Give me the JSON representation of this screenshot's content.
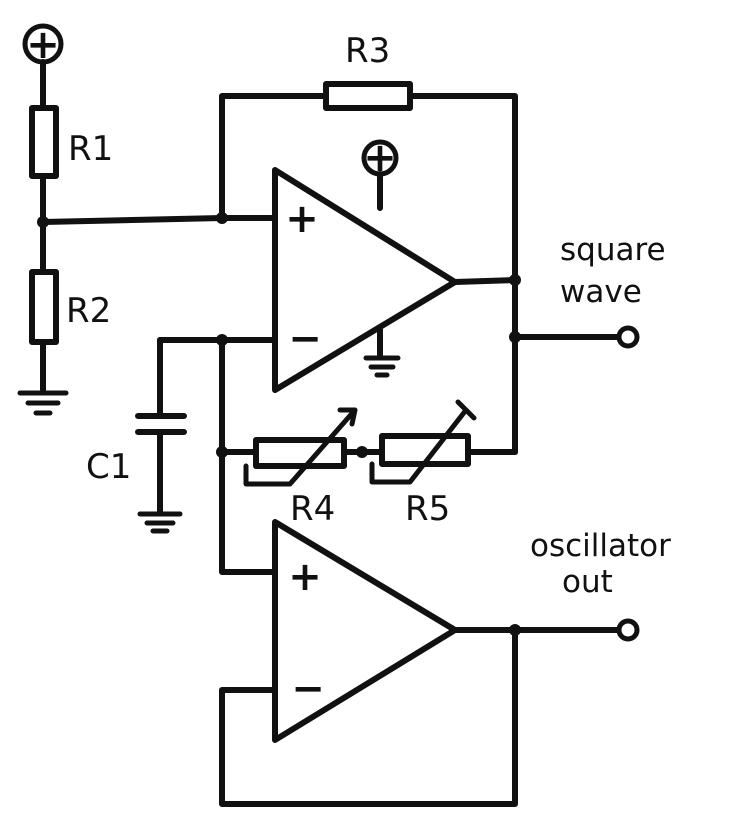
{
  "components": {
    "r1": "R1",
    "r2": "R2",
    "r3": "R3",
    "r4": "R4",
    "r5": "R5",
    "c1": "C1"
  },
  "opamp_upper": {
    "plus": "+",
    "minus": "−"
  },
  "opamp_lower": {
    "plus": "+",
    "minus": "−"
  },
  "supply": {
    "left": "+",
    "upper_opamp": "+"
  },
  "outputs": {
    "square_line1": "square",
    "square_line2": "wave",
    "osc_line1": "oscillator",
    "osc_line2": "out"
  }
}
